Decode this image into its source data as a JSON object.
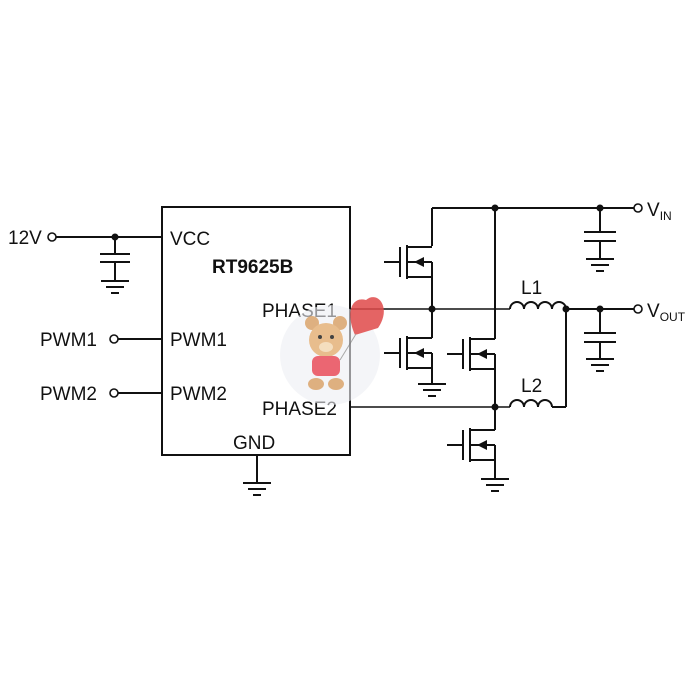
{
  "chip": {
    "name": "RT9625B",
    "pins": {
      "vcc": "VCC",
      "pwm1": "PWM1",
      "pwm2": "PWM2",
      "phase1": "PHASE1",
      "phase2": "PHASE2",
      "gnd": "GND"
    }
  },
  "inputs": {
    "supply": "12V",
    "pwm1": "PWM1",
    "pwm2": "PWM2"
  },
  "outputs": {
    "vin_main": "V",
    "vin_sub": "IN",
    "vout_main": "V",
    "vout_sub": "OUT"
  },
  "inductors": {
    "l1": "L1",
    "l2": "L2"
  }
}
